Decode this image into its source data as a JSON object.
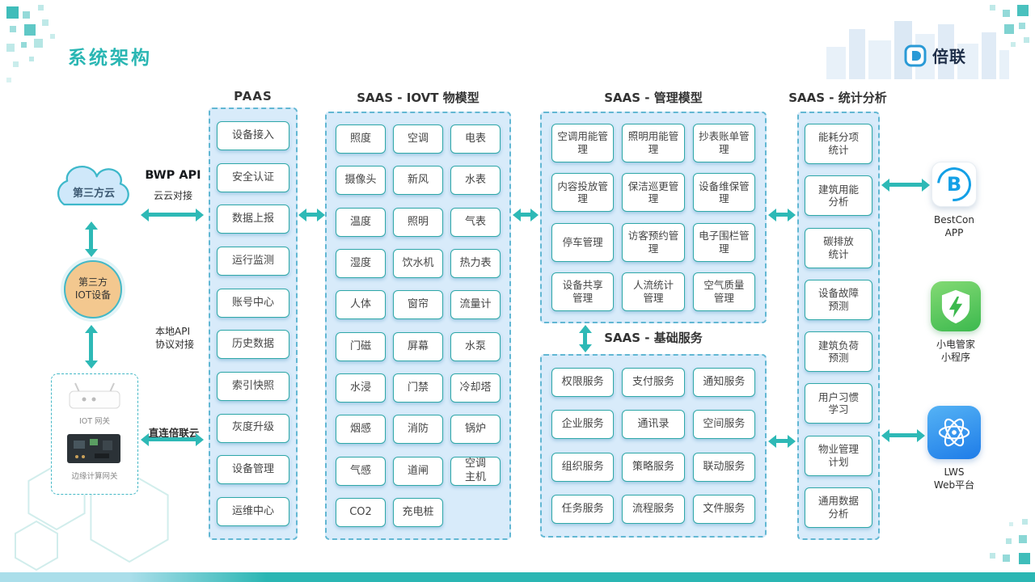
{
  "page": {
    "title": "系统架构",
    "brand": "倍联"
  },
  "colors": {
    "accent": "#2ab6b3",
    "box_border": "#2fa8a8",
    "panel_bg": "#d8ebfa",
    "arrow": "#2eb9b6",
    "device_fill": "#f3c88f",
    "bestcon_blue": "#14a0e6",
    "shield_green": "#3cb94e",
    "atom_blue": "#1e7ce8"
  },
  "icons": {
    "bestcon_letter": "B"
  },
  "left_flow": {
    "cloud": "第三方云",
    "bwp_api": "BWP API",
    "cloud_to_cloud": "云云对接",
    "iot_device": "第三方\nIOT设备",
    "local_api": "本地API\n协议对接",
    "direct_connect": "直连倍联云",
    "gateway": {
      "iot_gateway": "IOT 网关",
      "edge_gateway": "边缘计算网关"
    }
  },
  "paas": {
    "title": "PAAS",
    "items": [
      "设备接入",
      "安全认证",
      "数据上报",
      "运行监测",
      "账号中心",
      "历史数据",
      "索引快照",
      "灰度升级",
      "设备管理",
      "运维中心"
    ]
  },
  "iovt": {
    "title": "SAAS - IOVT 物模型",
    "items": [
      "照度",
      "空调",
      "电表",
      "摄像头",
      "新风",
      "水表",
      "温度",
      "照明",
      "气表",
      "湿度",
      "饮水机",
      "热力表",
      "人体",
      "窗帘",
      "流量计",
      "门磁",
      "屏幕",
      "水泵",
      "水浸",
      "门禁",
      "冷却塔",
      "烟感",
      "消防",
      "锅炉",
      "气感",
      "道闸",
      "空调\n主机",
      "CO2",
      "充电桩"
    ]
  },
  "mgmt": {
    "title": "SAAS - 管理模型",
    "items": [
      "空调用能管\n理",
      "照明用能管\n理",
      "抄表账单管\n理",
      "内容投放管\n理",
      "保洁巡更管\n理",
      "设备维保管\n理",
      "停车管理",
      "访客预约管\n理",
      "电子围栏管\n理",
      "设备共享\n管理",
      "人流统计\n管理",
      "空气质量\n管理"
    ]
  },
  "base": {
    "title": "SAAS - 基础服务",
    "items": [
      "权限服务",
      "支付服务",
      "通知服务",
      "企业服务",
      "通讯录",
      "空间服务",
      "组织服务",
      "策略服务",
      "联动服务",
      "任务服务",
      "流程服务",
      "文件服务"
    ]
  },
  "stats": {
    "title": "SAAS - 统计分析",
    "items": [
      "能耗分项\n统计",
      "建筑用能\n分析",
      "碳排放\n统计",
      "设备故障\n预测",
      "建筑负荷\n预测",
      "用户习惯\n学习",
      "物业管理\n计划",
      "通用数据\n分析"
    ]
  },
  "apps": [
    {
      "name": "bestcon-app",
      "label": "BestCon\nAPP"
    },
    {
      "name": "xiaodian-mini-program",
      "label": "小电管家\n小程序"
    },
    {
      "name": "lws-web-platform",
      "label": "LWS\nWeb平台"
    }
  ]
}
